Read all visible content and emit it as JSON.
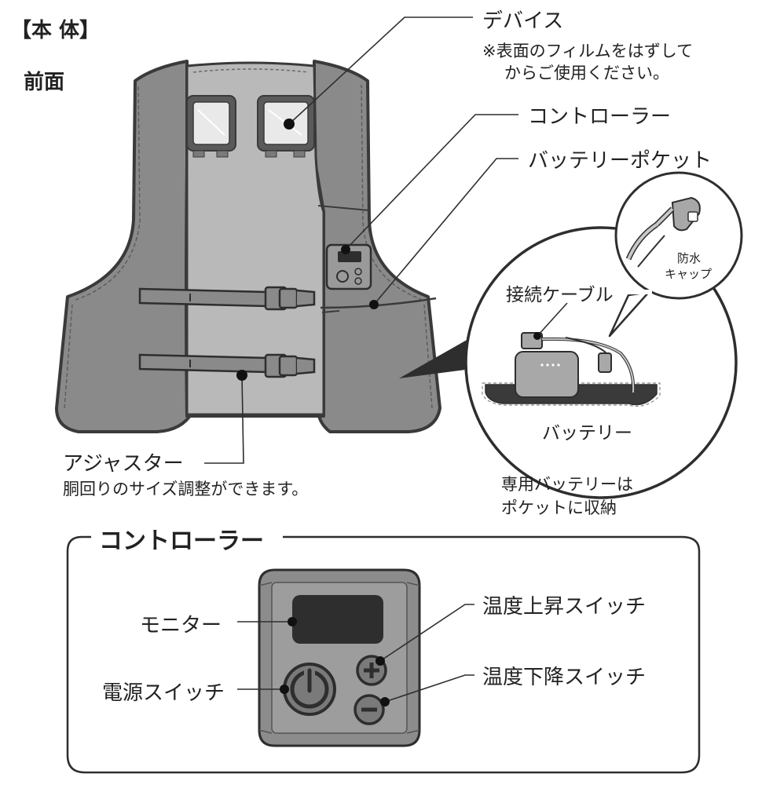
{
  "header": {
    "section_title": "【本 体】",
    "view_label": "前面"
  },
  "vest_callouts": {
    "device": {
      "title": "デバイス",
      "note_line1": "※表面のフィルムをはずして",
      "note_line2": "からご使用ください。"
    },
    "controller": {
      "title": "コントローラー"
    },
    "battery_pocket": {
      "title": "バッテリーポケット"
    },
    "adjuster": {
      "title": "アジャスター",
      "note": "胴回りのサイズ調整ができます。"
    }
  },
  "battery_detail": {
    "cable_label": "接続ケーブル",
    "cap_line1": "防水",
    "cap_line2": "キャップ",
    "battery_label": "バッテリー",
    "note_line1": "専用バッテリーは",
    "note_line2": "ポケットに収納"
  },
  "controller_panel": {
    "title": "コントローラー",
    "monitor_label": "モニター",
    "power_label": "電源スイッチ",
    "temp_up_label": "温度上昇スイッチ",
    "temp_down_label": "温度下降スイッチ",
    "plus_symbol": "+",
    "minus_symbol": "−"
  },
  "colors": {
    "vest_outer": "#8a8a8a",
    "vest_inner": "#b9b9b9",
    "vest_outline": "#3a3a3a",
    "controller_body": "#8c8c8c",
    "monitor": "#2e2e2e",
    "text": "#222222"
  }
}
